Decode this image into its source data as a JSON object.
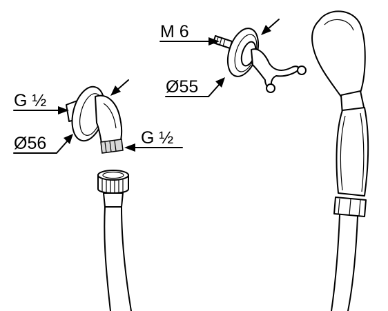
{
  "labels": {
    "elbow_inlet_thread": "G ½",
    "elbow_rosette_diameter": "Ø56",
    "elbow_outlet_thread": "G ½",
    "holder_screw": "M 6",
    "holder_rosette_diameter": "Ø55"
  }
}
